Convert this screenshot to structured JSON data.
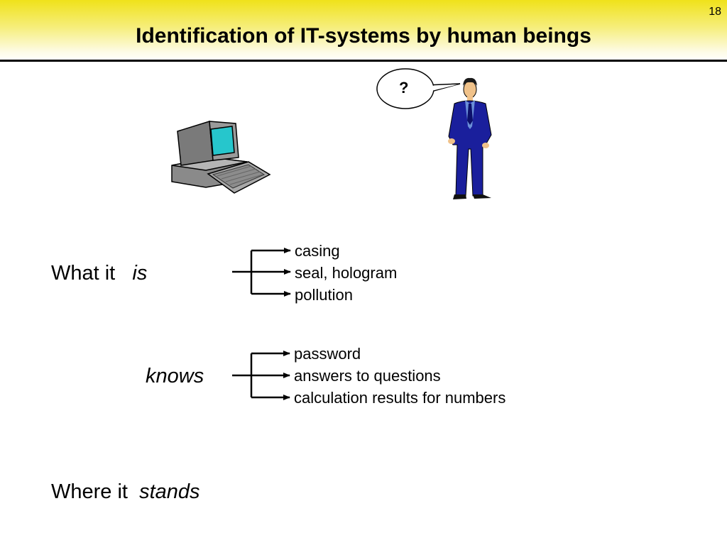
{
  "slide": {
    "page_number": "18",
    "title": "Identification of IT-systems by human beings"
  },
  "speech_bubble": {
    "text": "?"
  },
  "rows": [
    {
      "prefix": "What it",
      "verb": "is",
      "items": [
        "casing",
        "seal, hologram",
        "pollution"
      ]
    },
    {
      "prefix": "",
      "verb": "knows",
      "items": [
        "password",
        "answers to questions",
        "calculation results for numbers"
      ]
    },
    {
      "prefix": "Where it",
      "verb": "stands",
      "items": []
    }
  ],
  "colors": {
    "header_yellow": "#f0e21a",
    "suit_blue": "#1a1f9c",
    "screen_cyan": "#26c6cc"
  }
}
